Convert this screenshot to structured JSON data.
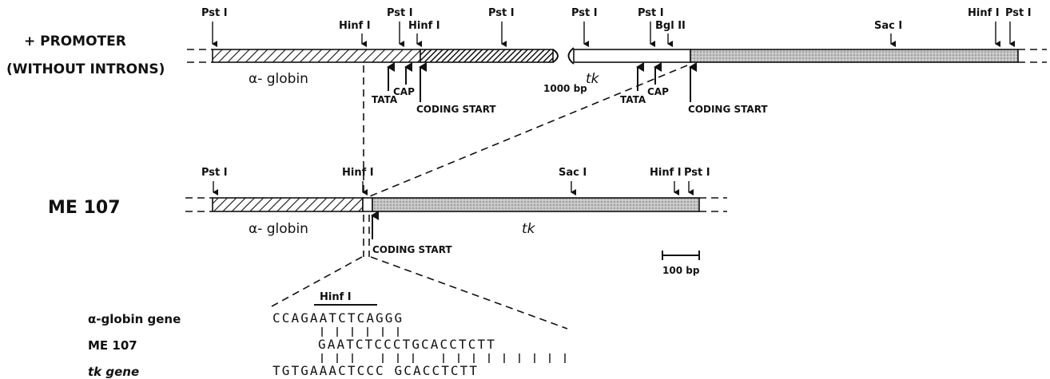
{
  "top_construct": {
    "label_line1": "+ PROMOTER",
    "label_line2": "(WITHOUT INTRONS)",
    "sites_above": [
      "Pst I",
      "Hinf I",
      "Pst I",
      "Hinf I",
      "Pst I",
      "Pst I",
      "Pst I",
      "Bgl II",
      "Sac I",
      "Hinf I",
      "Pst I"
    ],
    "alpha_label": "α- globin",
    "tk_label": "tk",
    "features_below": [
      "TATA",
      "CAP",
      "CODING START",
      "TATA",
      "CAP",
      "CODING START"
    ],
    "break_label": "1000 bp"
  },
  "me107": {
    "label": "ME 107",
    "sites_above": [
      "Pst I",
      "Hinf I",
      "Sac I",
      "Hinf I",
      "Pst I"
    ],
    "alpha_label": "α- globin",
    "tk_label": "tk",
    "coding_start": "CODING START",
    "scale_label": "100 bp"
  },
  "sequences": {
    "hinf_label": "Hinf I",
    "rows": [
      {
        "label": "α-globin gene",
        "seq": "CCAGAATCTCAGGG"
      },
      {
        "label": "ME 107",
        "seq": "GAATCTCCCTGCACCTCTT"
      },
      {
        "label": "tk gene",
        "seq": "TGTGAAACTCCC GCACCTCTT"
      }
    ]
  },
  "colors": {
    "ink": "#111111",
    "tk_stipple": "#b5b5b5"
  }
}
